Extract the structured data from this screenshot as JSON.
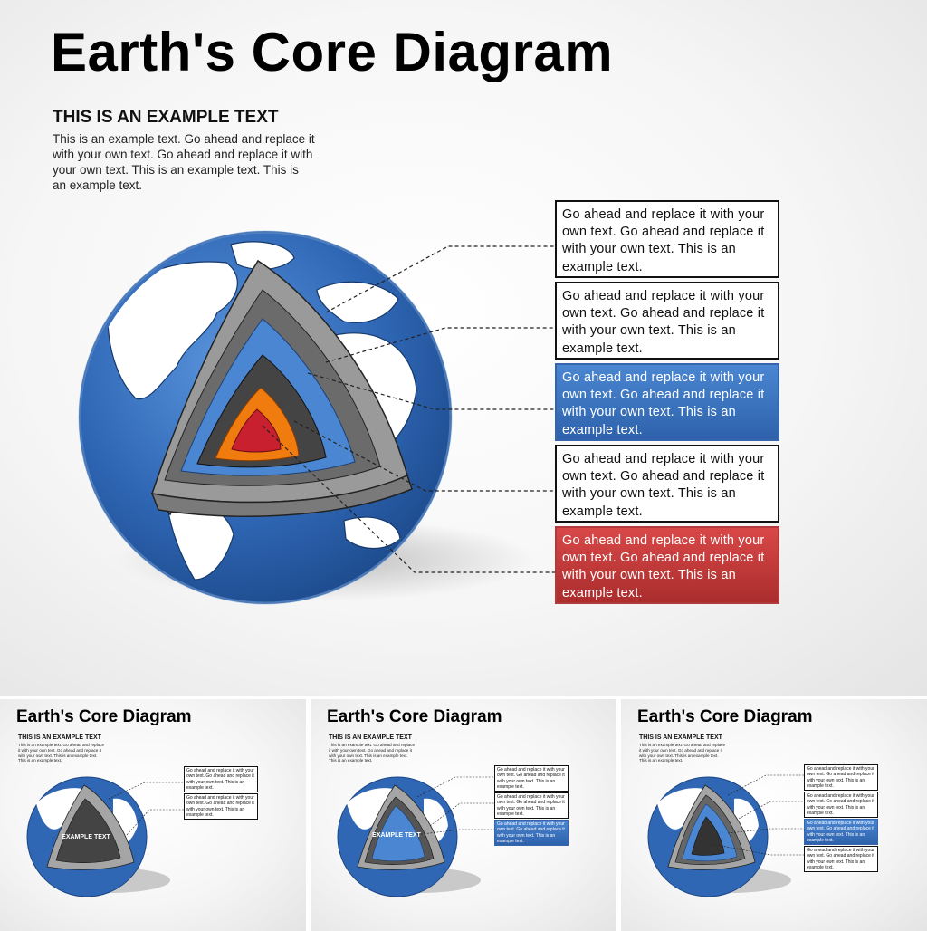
{
  "main": {
    "title": "Earth's Core Diagram",
    "subtitle": "THIS IS AN EXAMPLE TEXT",
    "body": "This is an example text. Go ahead and replace it with your own text. Go ahead and replace it with your own text. This is an example text. This is an example text.",
    "callouts": [
      {
        "text": "Go ahead and replace it with your own text. Go ahead and replace it with your own text. This is an example text.",
        "style": "white"
      },
      {
        "text": "Go ahead and replace it with your own text. Go ahead and replace it with your own text. This is an example text.",
        "style": "white"
      },
      {
        "text": "Go ahead and replace it with your own text. Go ahead and replace it with your own text. This is an example text.",
        "style": "blue"
      },
      {
        "text": "Go ahead and replace it with your own text. Go ahead and replace it with your own text. This is an example text.",
        "style": "white"
      },
      {
        "text": "Go ahead and replace it with your own text. Go ahead and replace it with your own text. This is an example text.",
        "style": "red"
      }
    ]
  },
  "thumbnails": [
    {
      "title": "Earth's Core Diagram",
      "subtitle": "THIS IS AN EXAMPLE TEXT",
      "body": "This is an example text. Go ahead and replace it with your own text. Go ahead and replace it with your own text. This is an example text. This is an example text.",
      "core_label": "EXAMPLE TEXT",
      "callouts": [
        "Go ahead and replace it with your own text. Go ahead and replace it with your own text. This is an example text.",
        "Go ahead and replace it with your own text. Go ahead and replace it with your own text. This is an example text."
      ]
    },
    {
      "title": "Earth's Core Diagram",
      "subtitle": "THIS IS AN EXAMPLE TEXT",
      "body": "This is an example text. Go ahead and replace it with your own text. Go ahead and replace it with your own text. This is an example text. This is an example text.",
      "core_label": "EXAMPLE TEXT",
      "callouts": [
        "Go ahead and replace it with your own text. Go ahead and replace it with your own text. This is an example text.",
        "Go ahead and replace it with your own text. Go ahead and replace it with your own text. This is an example text.",
        "Go ahead and replace it with your own text. Go ahead and replace it with your own text. This is an example text."
      ]
    },
    {
      "title": "Earth's Core Diagram",
      "subtitle": "THIS IS AN EXAMPLE TEXT",
      "body": "This is an example text. Go ahead and replace it with your own text. Go ahead and replace it with your own text. This is an example text. This is an example text.",
      "callouts": [
        "Go ahead and replace it with your own text. Go ahead and replace it with your own text. This is an example text.",
        "Go ahead and replace it with your own text. Go ahead and replace it with your own text. This is an example text.",
        "Go ahead and replace it with your own text. Go ahead and replace it with your own text. This is an example text.",
        "Go ahead and replace it with your own text. Go ahead and replace it with your own text. This is an example text."
      ]
    }
  ],
  "colors": {
    "ocean": "#2f67b5",
    "land": "#ffffff",
    "layer_outer": "#9a9a9a",
    "layer_mantle": "#4a86d2",
    "layer_outer_core": "#555555",
    "layer_inner_core": "#f07c10",
    "layer_center": "#c8202e",
    "callout_blue": "#3a72c0",
    "callout_red": "#c03a3a"
  }
}
